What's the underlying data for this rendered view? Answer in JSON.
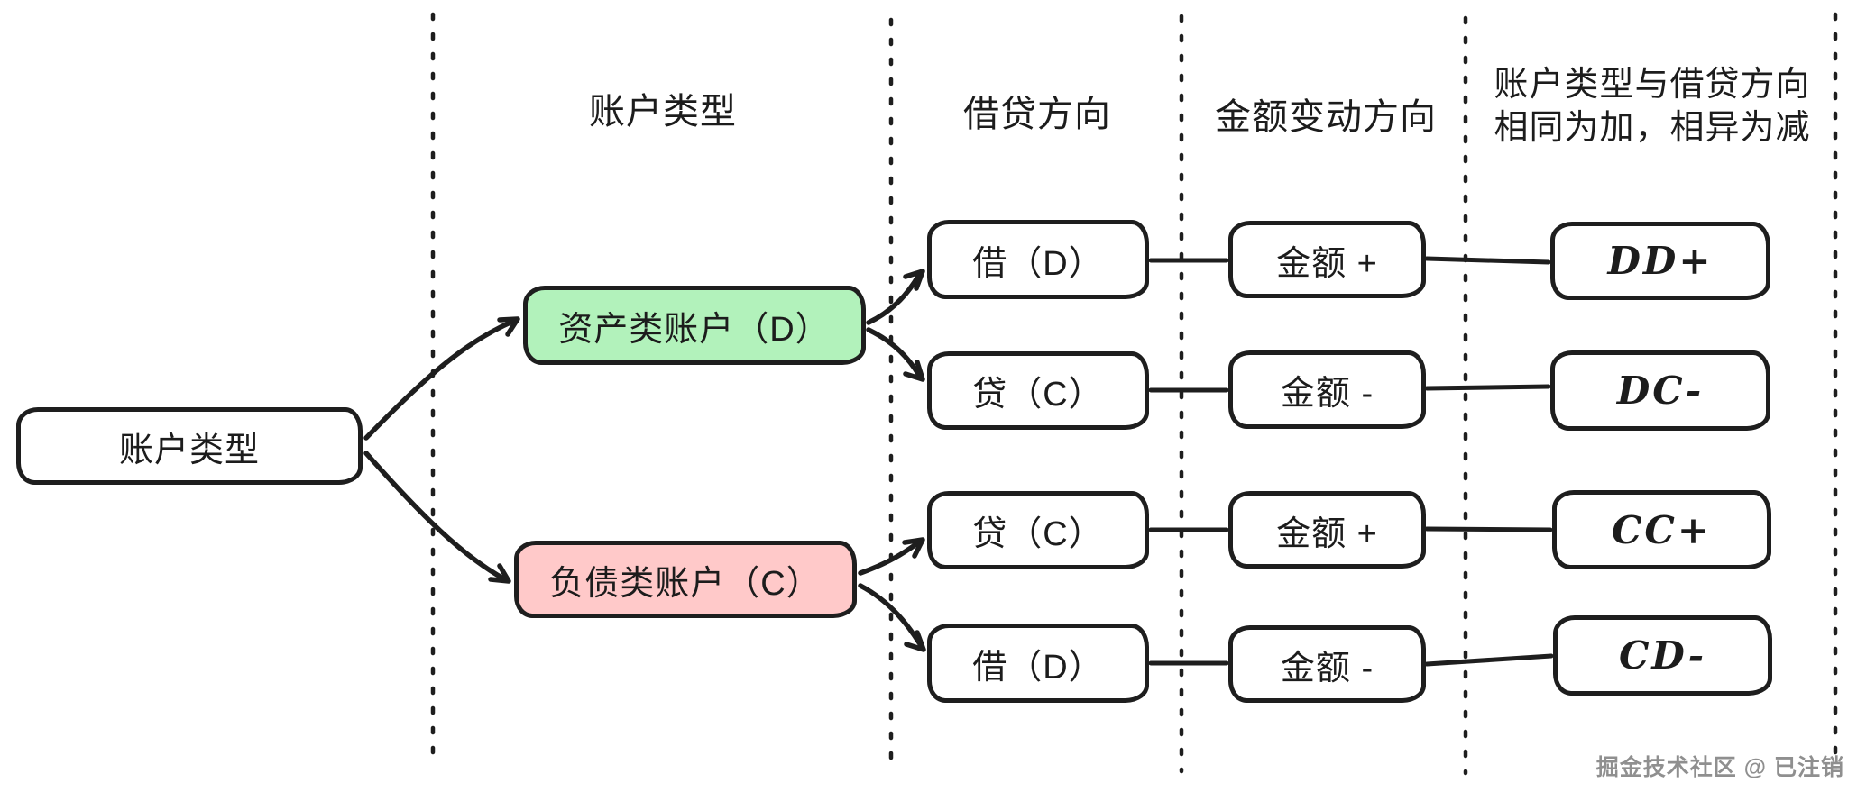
{
  "headers": {
    "account_type": "账户类型",
    "debit_credit": "借贷方向",
    "amount_change": "金额变动方向",
    "rule_line1": "账户类型与借贷方向",
    "rule_line2": "相同为加，相异为减"
  },
  "nodes": {
    "root": "账户类型",
    "asset": "资产类账户（D）",
    "liability": "负债类账户（C）"
  },
  "rows": [
    {
      "direction": "借（D）",
      "amount": "金额 +",
      "result": "DD+"
    },
    {
      "direction": "贷（C）",
      "amount": "金额 -",
      "result": "DC-"
    },
    {
      "direction": "贷（C）",
      "amount": "金额 +",
      "result": "CC+"
    },
    {
      "direction": "借（D）",
      "amount": "金额 -",
      "result": "CD-"
    }
  ],
  "watermark": "掘金技术社区 @ 已注销",
  "colors": {
    "stroke": "#1e1e1e",
    "asset_fill": "#b2f2bb",
    "liability_fill": "#ffc9c9",
    "background": "#ffffff",
    "watermark_text": "#8f8f8f"
  }
}
